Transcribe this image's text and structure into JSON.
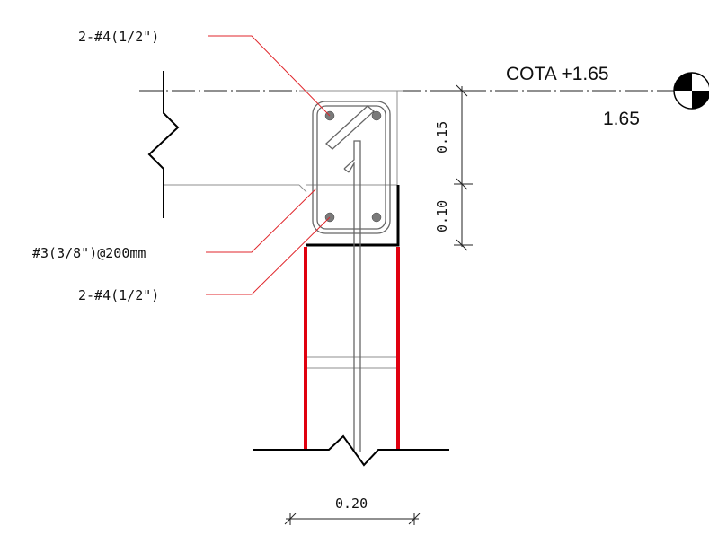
{
  "labels": {
    "top_bars": "2-#4(1/2\")",
    "stirrup": "#3(3/8\")@200mm",
    "bottom_bars": "2-#4(1/2\")"
  },
  "elevation": {
    "cota_label": "COTA +1.65",
    "value": "1.65"
  },
  "dimensions": {
    "upper_height": "0.15",
    "lower_height": "0.10",
    "width": "0.20"
  },
  "colors": {
    "leader": "#e0262b",
    "wall_edges": "#e0000f",
    "concrete": "#8f8f8f",
    "rebar": "#666666",
    "ink": "#000000"
  }
}
